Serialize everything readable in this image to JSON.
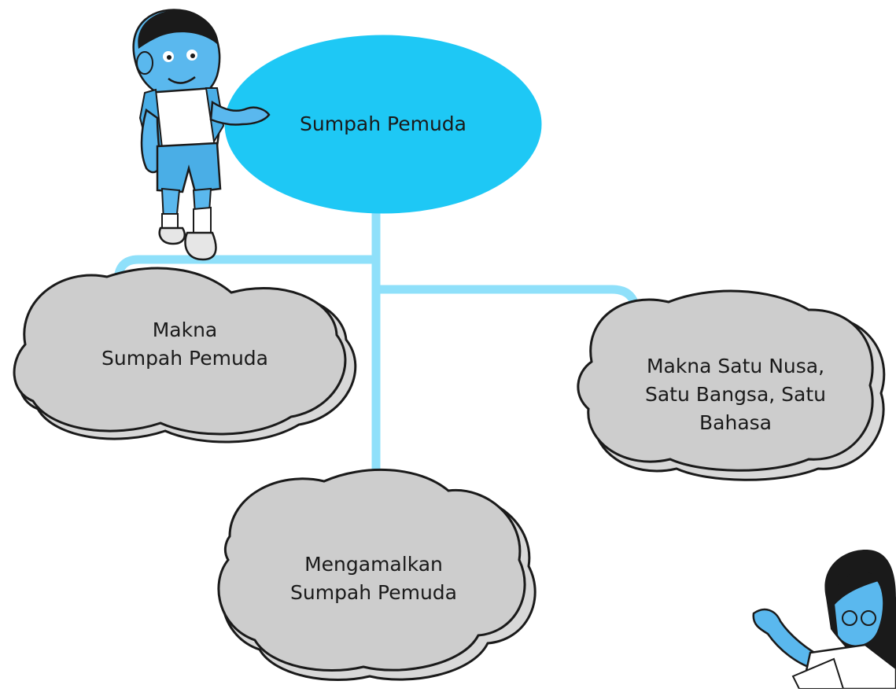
{
  "colors": {
    "central_fill": "#1ec8f5",
    "connector": "#8fe0fa",
    "cloud_fill": "#cdcdcd",
    "cloud_shadow": "#d8d8d8",
    "outline": "#1a1a1a",
    "character_skin": "#5ab8ee",
    "uniform_blue": "#4aaee6"
  },
  "diagram": {
    "central": {
      "text": "Sumpah Pemuda"
    },
    "nodes": [
      {
        "id": "left",
        "text": "Makna\nSumpah Pemuda"
      },
      {
        "id": "right",
        "text": "Makna Satu Nusa,\nSatu Bangsa, Satu\nBahasa"
      },
      {
        "id": "bottom",
        "text": "Mengamalkan\nSumpah Pemuda"
      }
    ]
  },
  "illustrations": {
    "boy": "schoolboy-pointing-icon",
    "girl": "schoolgirl-pointing-icon"
  }
}
